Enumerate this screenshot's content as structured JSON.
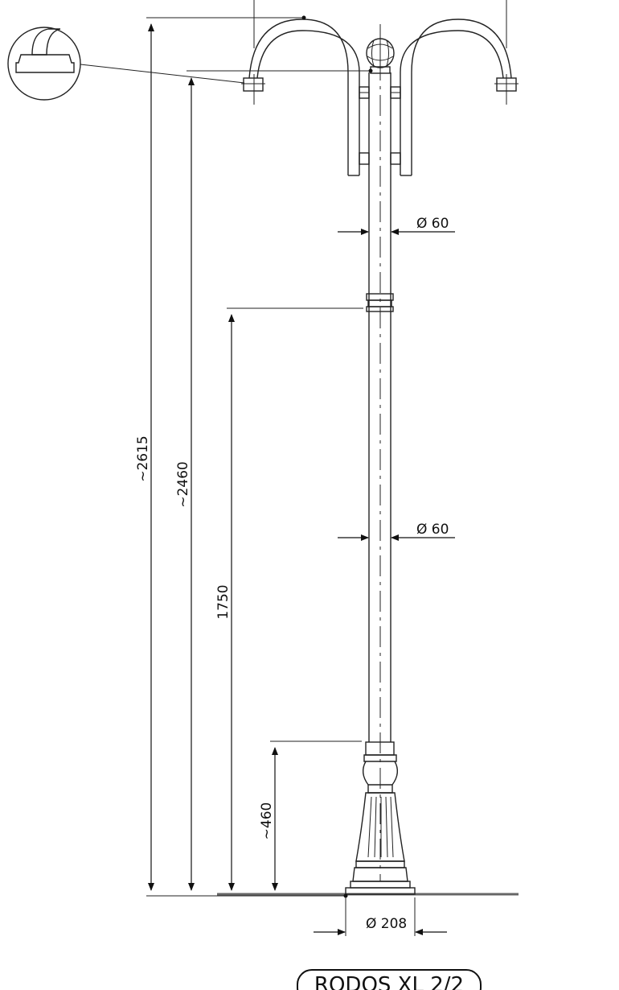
{
  "drawing": {
    "product_name": "RODOS XL 2/2",
    "dimensions": {
      "total_height": "~2615",
      "arm_height": "~2460",
      "mid_collar_height": "1750",
      "base_height": "~460",
      "pole_diameter_top": "Ø 60",
      "pole_diameter_mid": "Ø 60",
      "base_diameter": "Ø 208"
    }
  }
}
